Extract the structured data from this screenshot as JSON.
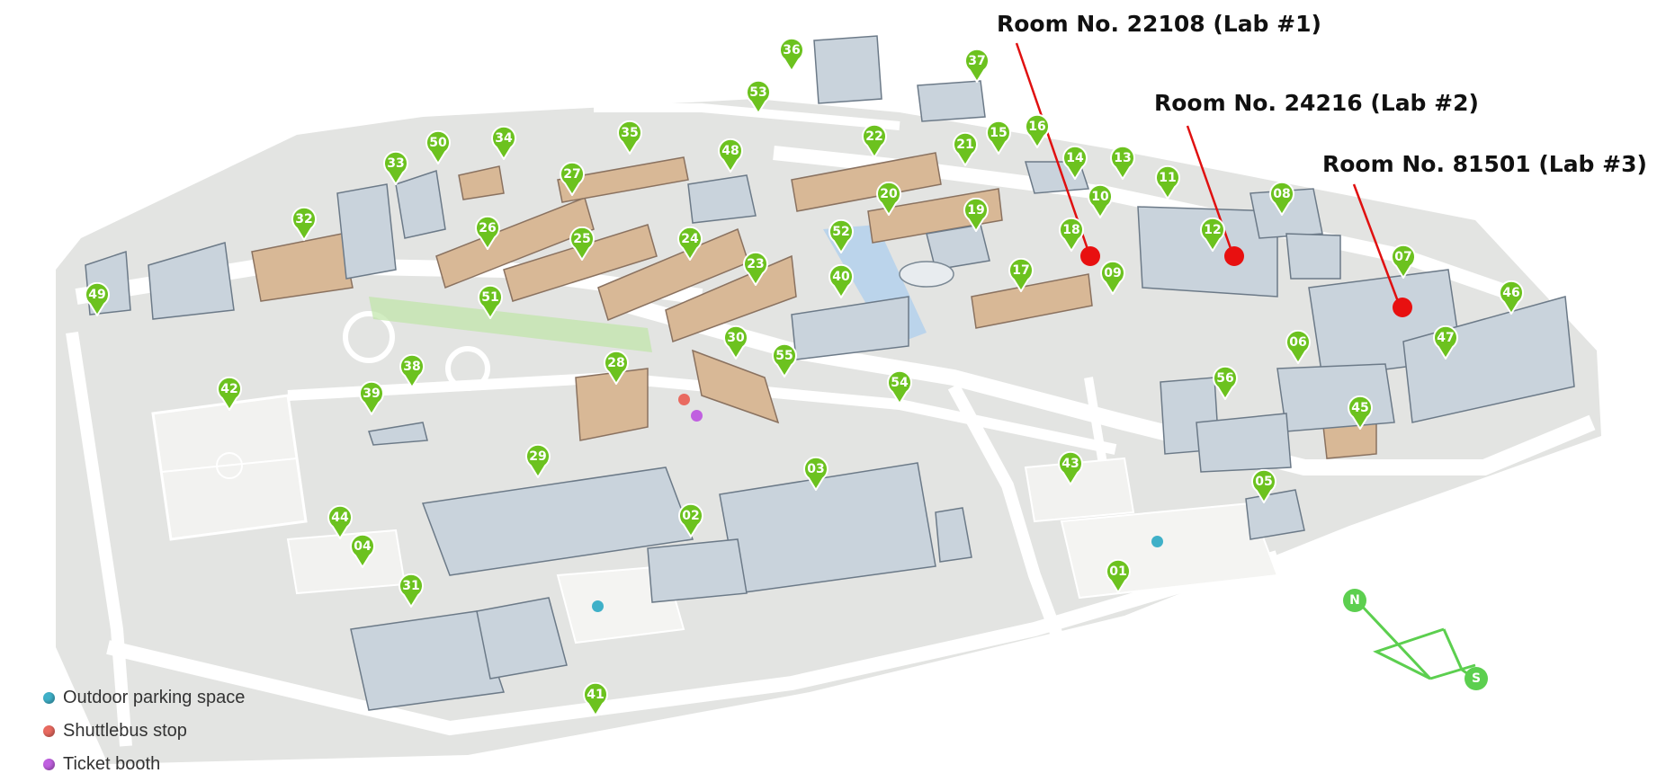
{
  "colors": {
    "ground": "#e3e4e2",
    "road": "#ffffff",
    "pin": "#6cc21f",
    "callout_line": "#e01010",
    "marker": "#e81010",
    "parking": "#3fb0c8",
    "shuttle": "#e96a60",
    "ticket": "#c060e0",
    "compass": "#5ccf4f"
  },
  "map": {
    "pins": [
      "01",
      "02",
      "03",
      "04",
      "05",
      "06",
      "07",
      "08",
      "09",
      "10",
      "11",
      "12",
      "13",
      "14",
      "15",
      "16",
      "17",
      "18",
      "19",
      "20",
      "21",
      "22",
      "23",
      "24",
      "25",
      "26",
      "27",
      "28",
      "29",
      "30",
      "31",
      "32",
      "33",
      "34",
      "35",
      "36",
      "37",
      "38",
      "39",
      "40",
      "41",
      "42",
      "43",
      "44",
      "45",
      "46",
      "47",
      "48",
      "49",
      "50",
      "51",
      "52",
      "53",
      "54",
      "55",
      "56"
    ]
  },
  "callouts": [
    {
      "label": "Room No. 22108 (Lab  #1)"
    },
    {
      "label": "Room No. 24216 (Lab  #2)"
    },
    {
      "label": "Room No. 81501 (Lab  #3)"
    }
  ],
  "legend": [
    {
      "label": "Outdoor parking space",
      "icon": "parking-icon"
    },
    {
      "label": "Shuttlebus stop",
      "icon": "shuttle-stop-icon"
    },
    {
      "label": "Ticket booth",
      "icon": "ticket-booth-icon"
    }
  ],
  "compass": {
    "north": "N",
    "south": "S"
  }
}
